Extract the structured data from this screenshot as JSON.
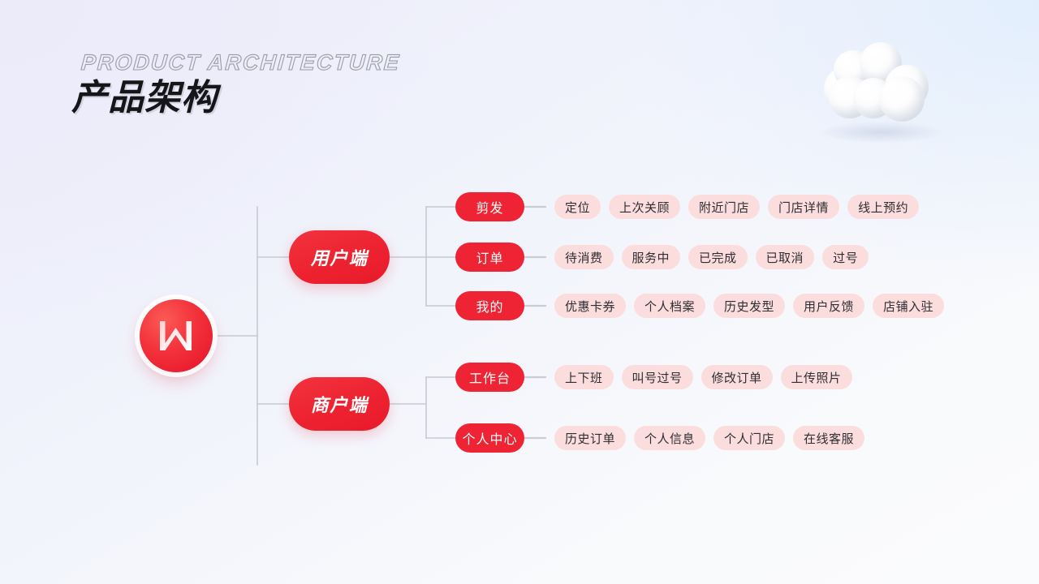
{
  "title": {
    "en": "PRODUCT ARCHITECTURE",
    "cn": "产品架构"
  },
  "colors": {
    "primary_red": "#ee2434",
    "leaf_pink": "#fcdddd",
    "connector_gray": "#c7cad2",
    "title_dark": "#15161a",
    "bg_lavender": "#edecf8",
    "bg_blue": "#eff4fd",
    "bg_white": "#fafbfd"
  },
  "decor": {
    "cloud_label": "cloud-3d-illustration"
  },
  "root": {
    "logo_letter": "M",
    "logo_name": "brand-logo"
  },
  "branches": [
    {
      "label": "用户端",
      "groups": [
        {
          "label": "剪发",
          "leaves": [
            "定位",
            "上次关顾",
            "附近门店",
            "门店详情",
            "线上预约"
          ]
        },
        {
          "label": "订单",
          "leaves": [
            "待消费",
            "服务中",
            "已完成",
            "已取消",
            "过号"
          ]
        },
        {
          "label": "我的",
          "leaves": [
            "优惠卡券",
            "个人档案",
            "历史发型",
            "用户反馈",
            "店铺入驻"
          ]
        }
      ]
    },
    {
      "label": "商户端",
      "groups": [
        {
          "label": "工作台",
          "leaves": [
            "上下班",
            "叫号过号",
            "修改订单",
            "上传照片"
          ]
        },
        {
          "label": "个人中心",
          "leaves": [
            "历史订单",
            "个人信息",
            "个人门店",
            "在线客服"
          ]
        }
      ]
    }
  ]
}
